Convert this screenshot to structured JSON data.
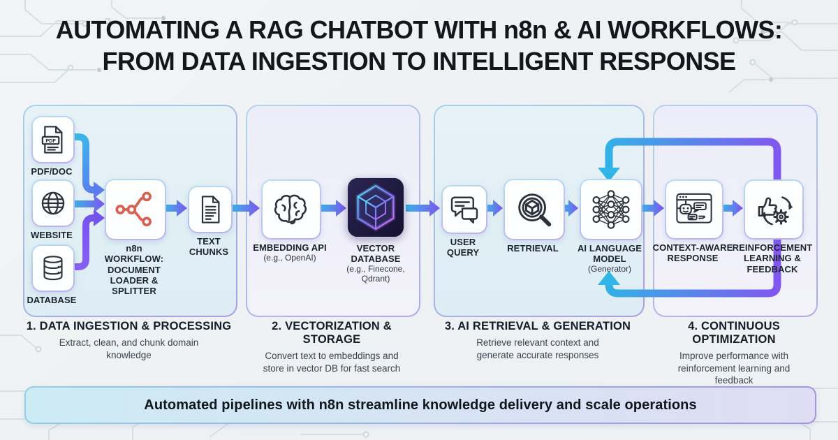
{
  "title": {
    "line1": "AUTOMATING A RAG CHATBOT WITH n8n & AI WORKFLOWS:",
    "line2": "FROM DATA INGESTION TO INTELLIGENT RESPONSE"
  },
  "panels": [
    {
      "heading": "1. DATA INGESTION & PROCESSING",
      "description": "Extract, clean, and chunk domain knowledge",
      "nodes": [
        {
          "label": "PDF/DOC",
          "badge": "PDF",
          "icon": "pdf-document-icon"
        },
        {
          "label": "WEBSITE",
          "icon": "globe-icon"
        },
        {
          "label": "DATABASE",
          "icon": "database-icon"
        },
        {
          "label": "n8n\nWORKFLOW:\nDOCUMENT\nLOADER &\nSPLITTER",
          "icon": "n8n-workflow-icon"
        },
        {
          "label": "TEXT\nCHUNKS",
          "icon": "text-chunks-icon"
        }
      ]
    },
    {
      "heading": "2. VECTORIZATION & STORAGE",
      "description": "Convert text to embeddings and store in vector DB for fast search",
      "nodes": [
        {
          "label": "EMBEDDING API",
          "sublabel": "(e.g., OpenAI)",
          "icon": "brain-icon"
        },
        {
          "label": "VECTOR\nDATABASE",
          "sublabel": "(e.g., Finecone,\nQdrant)",
          "icon": "vector-cube-icon"
        }
      ]
    },
    {
      "heading": "3. AI RETRIEVAL & GENERATION",
      "description": "Retrieve relevant context and generate accurate responses",
      "nodes": [
        {
          "label": "USER\nQUERY",
          "icon": "chat-bubbles-icon"
        },
        {
          "label": "RETRIEVAL",
          "icon": "search-cube-icon"
        },
        {
          "label": "AI LANGUAGE\nMODEL",
          "sublabel": "(Generator)",
          "icon": "neural-network-icon"
        }
      ]
    },
    {
      "heading": "4. CONTINUOUS OPTIMIZATION",
      "description": "Improve performance with reinforcement learning and feedback",
      "nodes": [
        {
          "label": "CONTEXT-AWARE\nRESPONSE",
          "icon": "chatbot-window-icon"
        },
        {
          "label": "REINFORCEMENT\nLEARNING &\nFEEDBACK",
          "icon": "thumbs-up-gear-icon"
        }
      ]
    }
  ],
  "banner": {
    "text": "Automated pipelines with n8n streamline knowledge delivery and scale operations"
  },
  "colors": {
    "arrow_cyan": "#3bb4e8",
    "arrow_purple": "#7d55ee",
    "loop_cyan": "#2fb5e6",
    "loop_purple": "#8355f0",
    "n8n_red": "#d95f50",
    "panel_cool_bg": "#dfeef3",
    "panel_warm_bg": "#efeef8",
    "ink": "#1b232d"
  }
}
